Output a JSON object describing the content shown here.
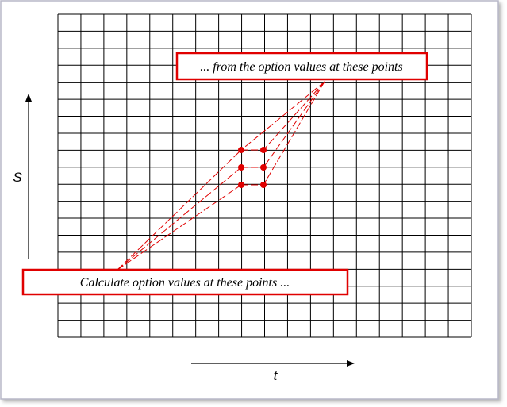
{
  "diagram": {
    "axis_s_label": "S",
    "axis_t_label": "t",
    "callout_top": "... from the option values at these points",
    "callout_bottom": "Calculate option values at these points ...",
    "accent_color": "#e00000",
    "grid_color": "#000000"
  }
}
